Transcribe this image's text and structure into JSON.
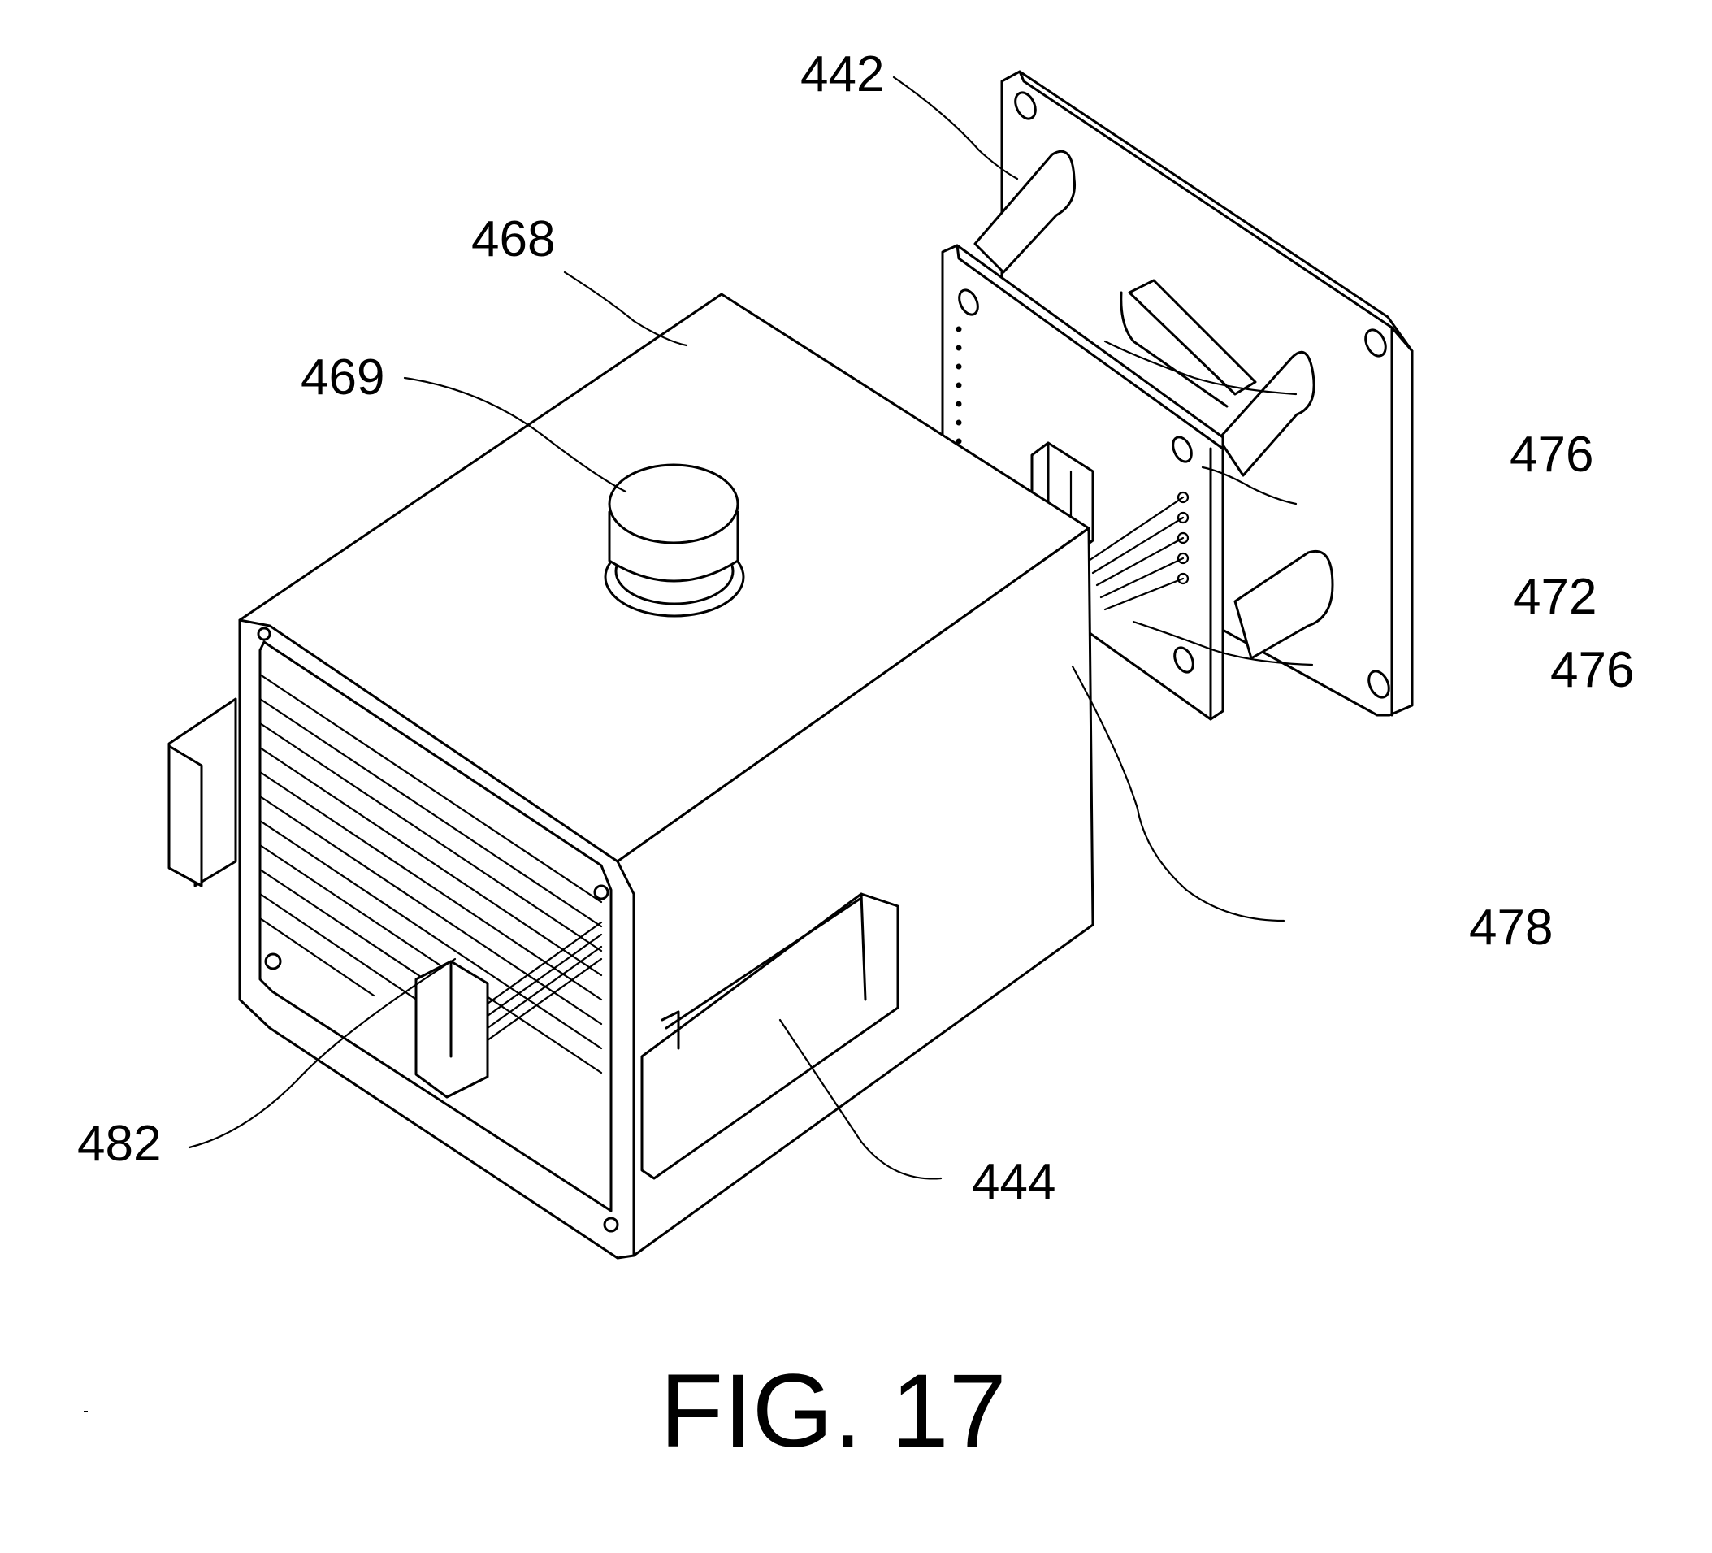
{
  "figure": {
    "caption": "FIG. 17",
    "labels": {
      "l442": "442",
      "l468": "468",
      "l469": "469",
      "l476a": "476",
      "l472": "472",
      "l476b": "476",
      "l478": "478",
      "l482": "482",
      "l444": "444"
    },
    "parts": [
      {
        "ref": "442",
        "name": "rear mounting plate"
      },
      {
        "ref": "468",
        "name": "housing top"
      },
      {
        "ref": "469",
        "name": "knob"
      },
      {
        "ref": "476",
        "name": "standoff (upper)"
      },
      {
        "ref": "472",
        "name": "circuit board"
      },
      {
        "ref": "476",
        "name": "standoff (lower)"
      },
      {
        "ref": "478",
        "name": "front mounting plate"
      },
      {
        "ref": "482",
        "name": "connector"
      },
      {
        "ref": "444",
        "name": "side connector"
      }
    ]
  }
}
